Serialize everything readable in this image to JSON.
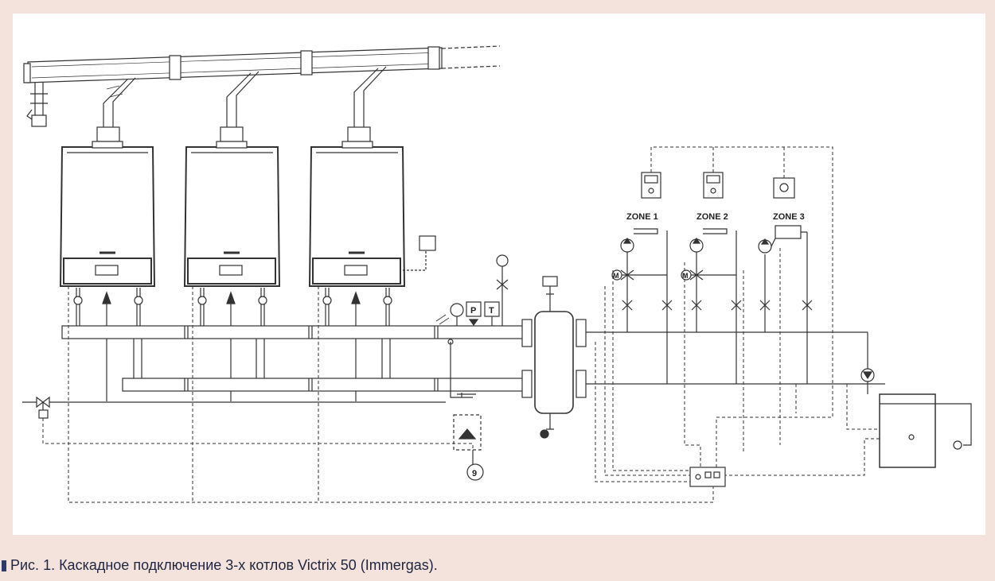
{
  "caption": "Рис. 1. Каскадное подключение 3-х котлов Victrix 50 (Immergas).",
  "diagram": {
    "zones": [
      "ZONE 1",
      "ZONE 2",
      "ZONE 3"
    ],
    "pt_labels": [
      "P",
      "T"
    ],
    "callout_number": "9"
  },
  "colors": {
    "background": "#f3e3dc",
    "panel": "#ffffff",
    "line": "#333333",
    "caption_text": "#1f2540",
    "caption_marker": "#2a3a6a"
  }
}
